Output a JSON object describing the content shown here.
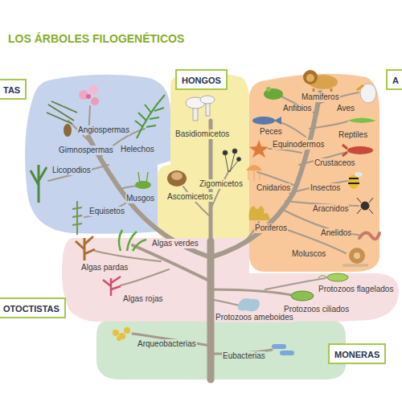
{
  "diagram": {
    "title": "LOS ÁRBOLES FILOGENÉTICOS",
    "nodes": [
      {
        "text": [
          "Angiospermas",
          "Gimnospermas",
          "Helechos",
          "Licopodios",
          "Musgos",
          "Equisetos"
        ]
      },
      {
        "text": [
          "Basidiomicetos",
          "Zigomicetos",
          "Ascomicetos"
        ]
      },
      {
        "text": [
          "Mamiferos",
          "Aves",
          "Anfibios",
          "Peces",
          "Reptiles",
          "Equinodermos",
          "Crustaceos",
          "Cnidarios",
          "Insectos",
          "Aracnidos",
          "Poriferos",
          "Anelidos",
          "Moluscos"
        ]
      },
      {
        "text": [
          "Algas verdes",
          "Algas pardas",
          "Algas rojas",
          "Protozoos ameboides",
          "Protozoos ciliados",
          "Protozoos flagelados"
        ]
      },
      {
        "text": [
          "Arqueobacterias",
          "Eubacterias"
        ]
      },
      {
        "text": [
          "TAS"
        ]
      },
      {
        "text": [
          "HONGOS"
        ]
      },
      {
        "text": [
          "A"
        ]
      },
      {
        "text": [
          "OTOCTISTAS"
        ]
      },
      {
        "text": [
          "MONERAS"
        ]
      }
    ]
  }
}
